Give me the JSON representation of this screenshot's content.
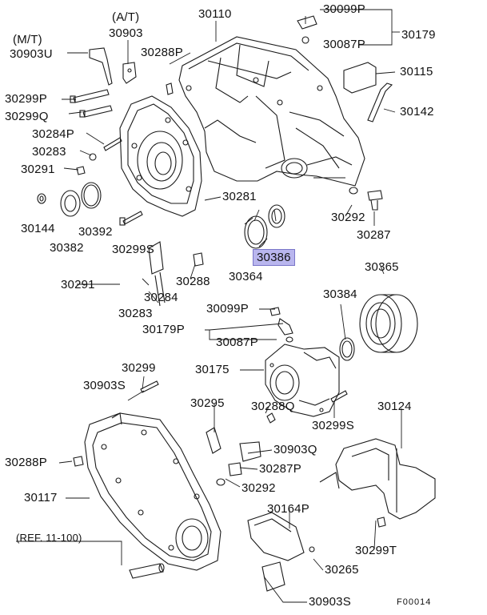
{
  "diagram": {
    "figure_code": "F00014",
    "highlighted_part": "30386",
    "ref_note": "(REF. 11-100)",
    "variant_mt": "(M/T)",
    "variant_at": "(A/T)",
    "parts": [
      "30110",
      "30099P",
      "30179",
      "30087P",
      "30115",
      "30142",
      "30903",
      "30903U",
      "30288P",
      "30299P",
      "30299Q",
      "30284P",
      "30283",
      "30291",
      "30281",
      "30144",
      "30382",
      "30392",
      "30299S",
      "30386",
      "30364",
      "30365",
      "30292",
      "30287",
      "30288",
      "30384",
      "30175",
      "30124",
      "30295",
      "30903Q",
      "30288Q",
      "30117",
      "30164P",
      "30299T",
      "30265",
      "30903S"
    ],
    "labels": {
      "mt": "(M/T)",
      "at": "(A/T)",
      "p30903_top": "30903",
      "p30903U": "30903U",
      "p30110": "30110",
      "p30099P_top": "30099P",
      "p30179": "30179",
      "p30087P_top": "30087P",
      "p30115": "30115",
      "p30142": "30142",
      "p30288P_top": "30288P",
      "p30299P": "30299P",
      "p30299Q": "30299Q",
      "p30284P": "30284P",
      "p30283_a": "30283",
      "p30291_a": "30291",
      "p30281": "30281",
      "p30144": "30144",
      "p30382": "30382",
      "p30392": "30392",
      "p30299S_a": "30299S",
      "p30386": "30386",
      "p30364": "30364",
      "p30292_a": "30292",
      "p30287": "30287",
      "p30365": "30365",
      "p30291_b": "30291",
      "p30283_b": "30283",
      "p30284": "30284",
      "p30288": "30288",
      "p30099P_mid": "30099P",
      "p30179P": "30179P",
      "p30087P_mid": "30087P",
      "p30384": "30384",
      "p30175": "30175",
      "p30299": "30299",
      "p30903S_a": "30903S",
      "p30295": "30295",
      "p30288Q": "30288Q",
      "p30299S_b": "30299S",
      "p30124": "30124",
      "p30288P_b": "30288P",
      "p30903Q": "30903Q",
      "p30287P_b": "30287P",
      "p30292_b": "30292",
      "p30117": "30117",
      "p30164P": "30164P",
      "p30299T": "30299T",
      "p30265": "30265",
      "p30903S_b": "30903S",
      "ref": "(REF. 11-100)",
      "fig": "F00014"
    }
  }
}
